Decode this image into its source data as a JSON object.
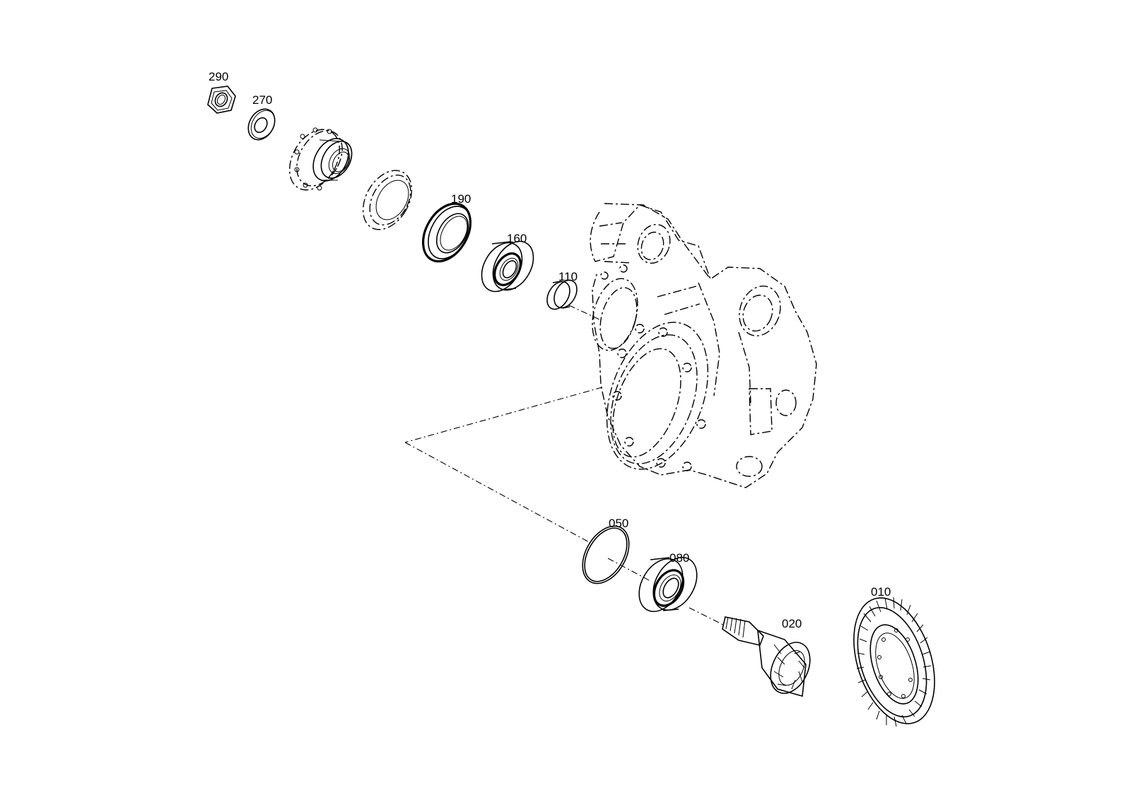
{
  "callouts": {
    "p290": "290",
    "p270": "270",
    "p190": "190",
    "p160": "160",
    "p110": "110",
    "p050": "050",
    "p080": "080",
    "p020": "020",
    "p010": "010"
  }
}
